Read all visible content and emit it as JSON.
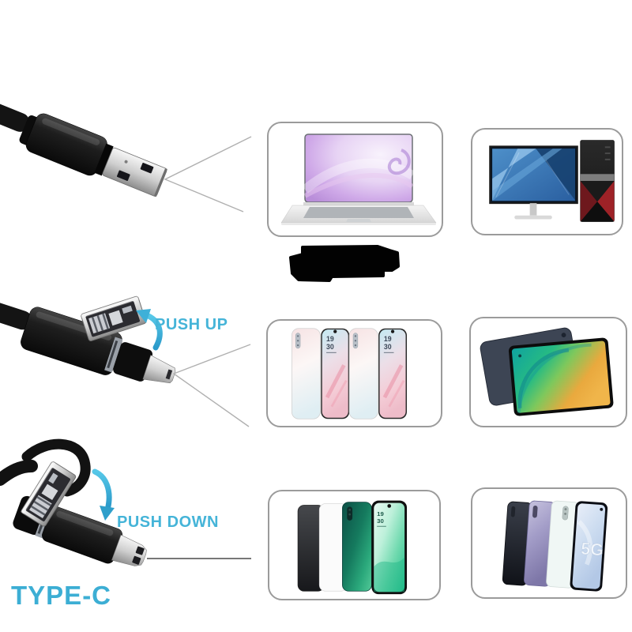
{
  "page": {
    "background": "#ffffff",
    "type": "product-image-3in1-usb-adapter"
  },
  "labels": {
    "push_up": "PUSH UP",
    "push_down": "PUSH DOWN",
    "type_c": "TYPE-C"
  },
  "colors": {
    "accent_cyan": "#45b4d8",
    "type_c_cyan": "#3caed4",
    "pointer_line": "#b0b0b0",
    "box_border": "#9b9b9b",
    "redaction": "#000000"
  },
  "rows": [
    {
      "connector": "usb-a-plug",
      "targets": [
        "laptop",
        "desktop-pc"
      ]
    },
    {
      "connector": "micro-usb-plug",
      "action_label": "PUSH UP",
      "targets": [
        "smartphones-pastel",
        "tablet"
      ]
    },
    {
      "connector": "usb-type-c-plug",
      "action_label": "PUSH DOWN",
      "caption": "TYPE-C",
      "targets": [
        "smartphones-green",
        "smartphones-5g"
      ]
    }
  ],
  "screen_text": {
    "clock_hour": "19",
    "clock_minute": "30",
    "badge_5g": "5G"
  }
}
